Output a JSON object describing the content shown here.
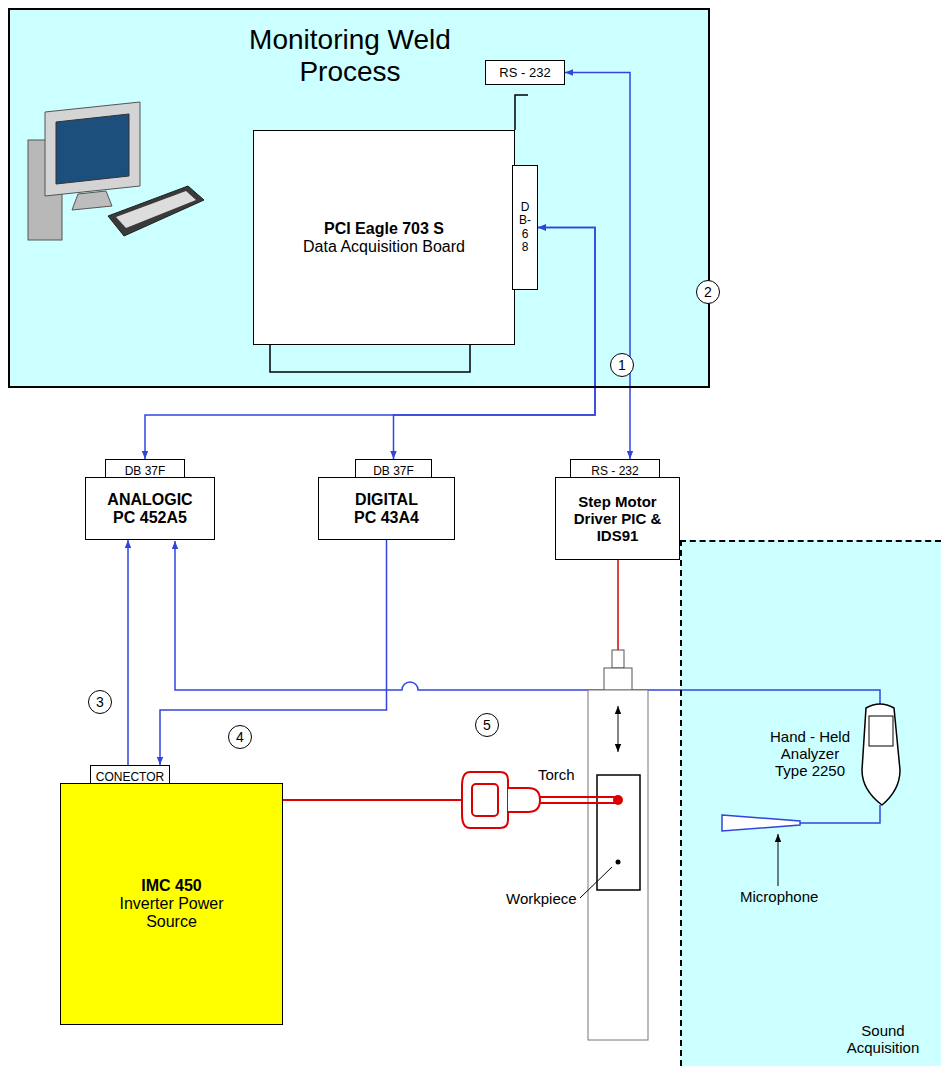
{
  "diagram": {
    "nodes": [
      {
        "text": [
          "Monitoring Weld Process"
        ]
      },
      {
        "text": [
          "RS - 232"
        ],
        "in": 0
      },
      {
        "text": [
          "PCI Eagle 703 S",
          "Data Acquisition Board"
        ],
        "in": 0
      },
      {
        "text": [
          "DB-68"
        ],
        "in": 0
      },
      {
        "text": [
          "DB 37F"
        ]
      },
      {
        "text": [
          "ANALOGIC PC 452A5"
        ]
      },
      {
        "text": [
          "DB 37F"
        ]
      },
      {
        "text": [
          "DIGITAL PC 43A4"
        ]
      },
      {
        "text": [
          "RS - 232"
        ]
      },
      {
        "text": [
          "Step Motor Driver PIC & IDS91"
        ]
      },
      {
        "text": [
          "CONECTOR"
        ]
      },
      {
        "text": [
          "IMC 450",
          "Inverter Power Source"
        ]
      },
      {
        "text": [
          "Sound Acquisition"
        ]
      }
    ],
    "edges": [
      {
        "from": 3,
        "to": 4,
        "arrow": "both"
      },
      {
        "from": 3,
        "to": 6,
        "arrow": "both"
      },
      {
        "from": 1,
        "to": 8,
        "arrow": "both"
      },
      {
        "from": 10,
        "to": 5,
        "arrow": "to"
      },
      {
        "from": 7,
        "to": 10,
        "arrow": "to"
      }
    ],
    "labels": [
      "1",
      "2",
      "3",
      "4",
      "5",
      "Torch",
      "Workpiece",
      "Hand - Held Analyzer Type 2250",
      "Microphone"
    ]
  }
}
